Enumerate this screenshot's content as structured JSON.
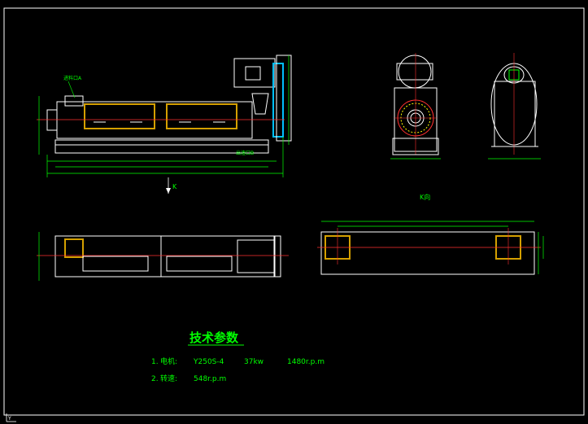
{
  "labels": {
    "feed_port": "进料口A",
    "discharge_port": "出渣口B",
    "view_k": "K",
    "view_k_direction": "K向"
  },
  "tech_params": {
    "title": "技术参数",
    "line1_num": "1.",
    "line1_label": "电机:",
    "line1_model": "Y250S-4",
    "line1_power": "37kw",
    "line1_speed": "1480r.p.m",
    "line2_num": "2.",
    "line2_label": "转速:",
    "line2_speed": "548r.p.m"
  },
  "colors": {
    "background": "#000000",
    "border": "#ffffff",
    "outline": "#ffffff",
    "dimension": "#00ff00",
    "centerline": "#ff3030",
    "hidden": "#ffff00",
    "body_fill": "#c8a000",
    "accent": "#00bfff",
    "text": "#00ff00",
    "title_text": "#00ff00"
  },
  "ucs_icon": "ucs-axis-icon"
}
